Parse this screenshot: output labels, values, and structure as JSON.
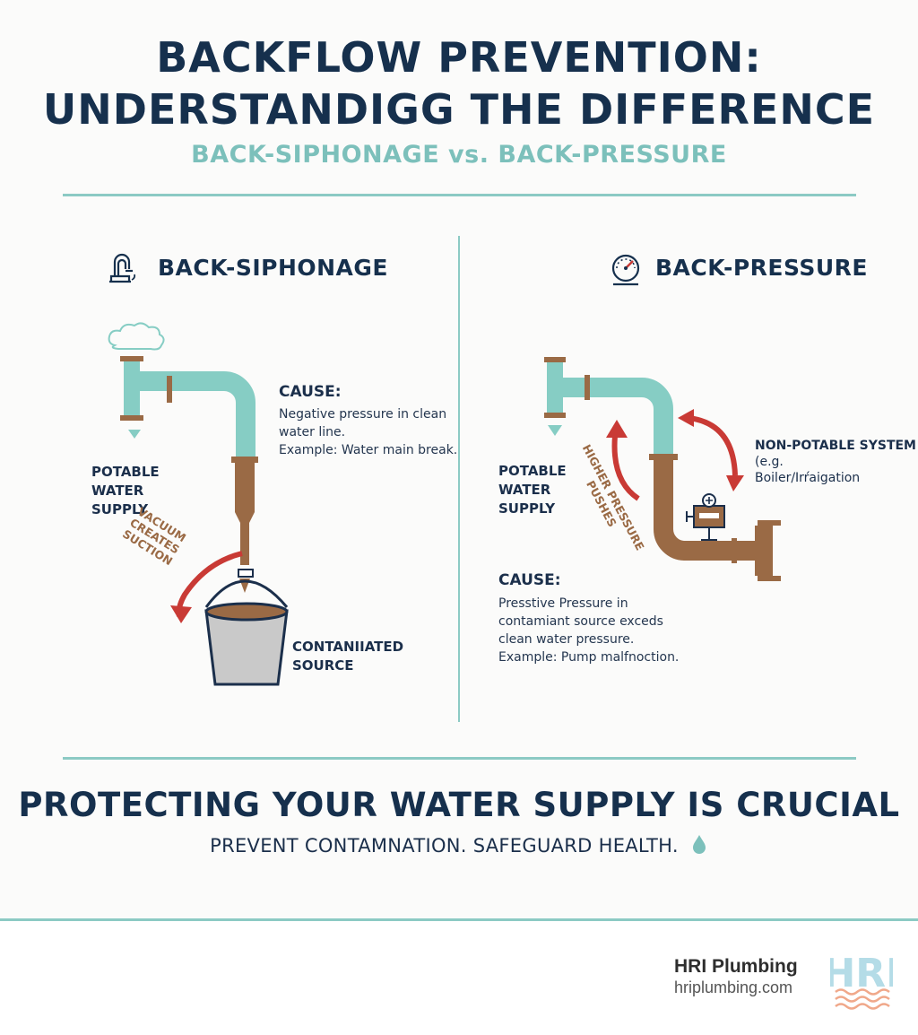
{
  "header": {
    "title_line1": "BACKFLOW PREVENTION:",
    "title_line2": "UNDERSTANDIGG THE DIFFERENCE",
    "subtitle": "BACK-SIPHONAGE vs. BACK-PRESSURE"
  },
  "left_panel": {
    "heading": "BACK-SIPHONAGE",
    "icon": "faucet-icon",
    "potable_label": [
      "POTABLE",
      "WATER",
      "SUPPLY"
    ],
    "arrow_label": [
      "VACUUM",
      "CREATES",
      "SUCTION"
    ],
    "cause_heading": "CAUSE:",
    "cause_text": [
      "Negative pressure in clean",
      "water line.",
      "Example: Water main break."
    ],
    "source_label": [
      "CONTANIIATED",
      "SOURCE"
    ]
  },
  "right_panel": {
    "heading": "BACK-PRESSURE",
    "icon": "pressure-gauge-icon",
    "potable_label": [
      "POTABLE",
      "WATER",
      "SUPPLY"
    ],
    "arrow_label": [
      "HIGHER PRESSURE",
      "PUSHES"
    ],
    "system_label": [
      "NON-POTABLE SYSTEM",
      "(e.g.",
      "Boiler/Irŕaigation"
    ],
    "cause_heading": "CAUSE:",
    "cause_text": [
      "Presstive Pressure in",
      "contamiant source exceds",
      "clean water pressure.",
      "Example: Pump malfnoction."
    ]
  },
  "footer": {
    "title": "PROTECTING YOUR WATER SUPPLY IS CRUCIAL",
    "subtitle": "PREVENT CONTAMNATION. SAFEGUARD HEALTH.",
    "icon": "water-drop-icon"
  },
  "brand": {
    "name": "HRI Plumbing",
    "url": "hriplumbing.com",
    "logo_text": "HRI"
  },
  "colors": {
    "navy": "#16304d",
    "teal": "#7cc0bb",
    "pipe_teal": "#86cdc4",
    "pipe_brown": "#9a6a45",
    "arrow_red": "#c93a35"
  }
}
